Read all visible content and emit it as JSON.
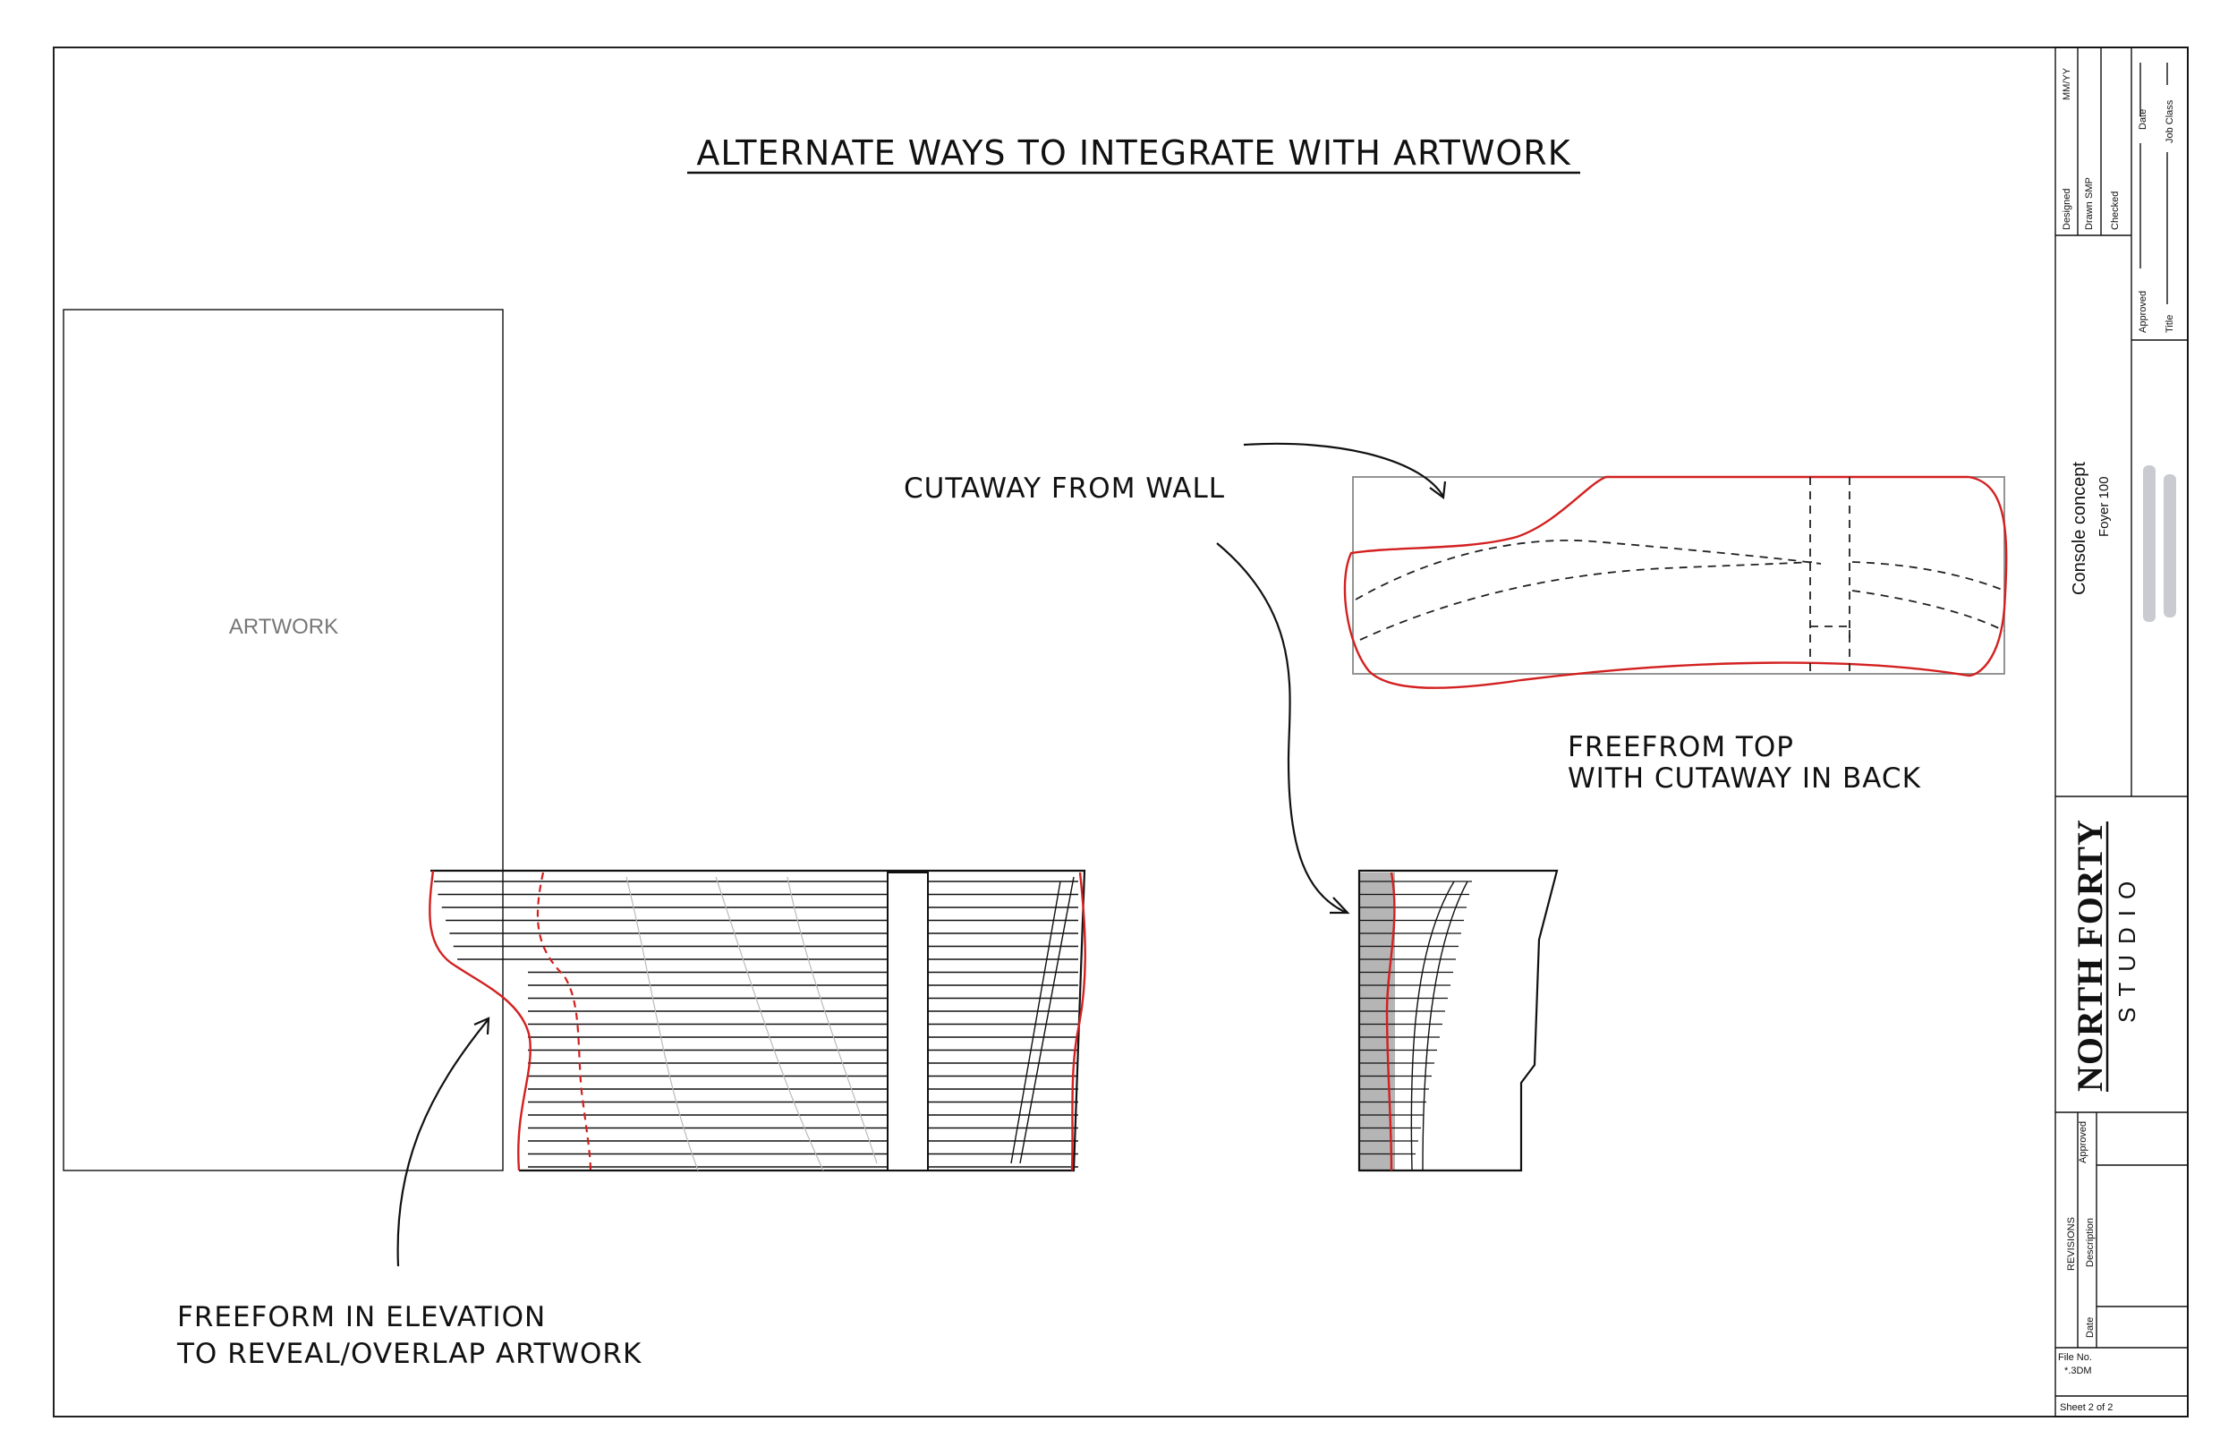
{
  "title": "ALTERNATE WAYS TO INTEGRATE WITH ARTWORK",
  "artwork_label": "ARTWORK",
  "annotations": {
    "cutaway": "CUTAWAY FROM WALL",
    "top_line1": "FREEFROM TOP",
    "top_line2": "WITH CUTAWAY IN BACK",
    "elev_line1": "FREEFORM IN ELEVATION",
    "elev_line2": "TO REVEAL/OVERLAP ARTWORK"
  },
  "title_block": {
    "designed_label": "Designed",
    "designed_date": "MM/YY",
    "drawn_label": "Drawn",
    "drawn_value": "SMP",
    "checked_label": "Checked",
    "approved_label": "Approved",
    "date_label": "Date",
    "title_label": "Title",
    "job_class_label": "Job Class",
    "project_name": "Console concept",
    "project_room": "Foyer 100",
    "brand": "NORTH FORTY",
    "brand_sub": "STUDIO",
    "revisions_label": "REVISIONS",
    "rev_approved_label": "Approved",
    "rev_description_label": "Description",
    "rev_date_label": "Date",
    "file_no_label": "File No.",
    "file_no_value": "*.3DM",
    "sheet": "Sheet 2 of 2"
  },
  "colors": {
    "outline": "#111111",
    "accent_red": "#d32020",
    "grey": "#888888"
  }
}
